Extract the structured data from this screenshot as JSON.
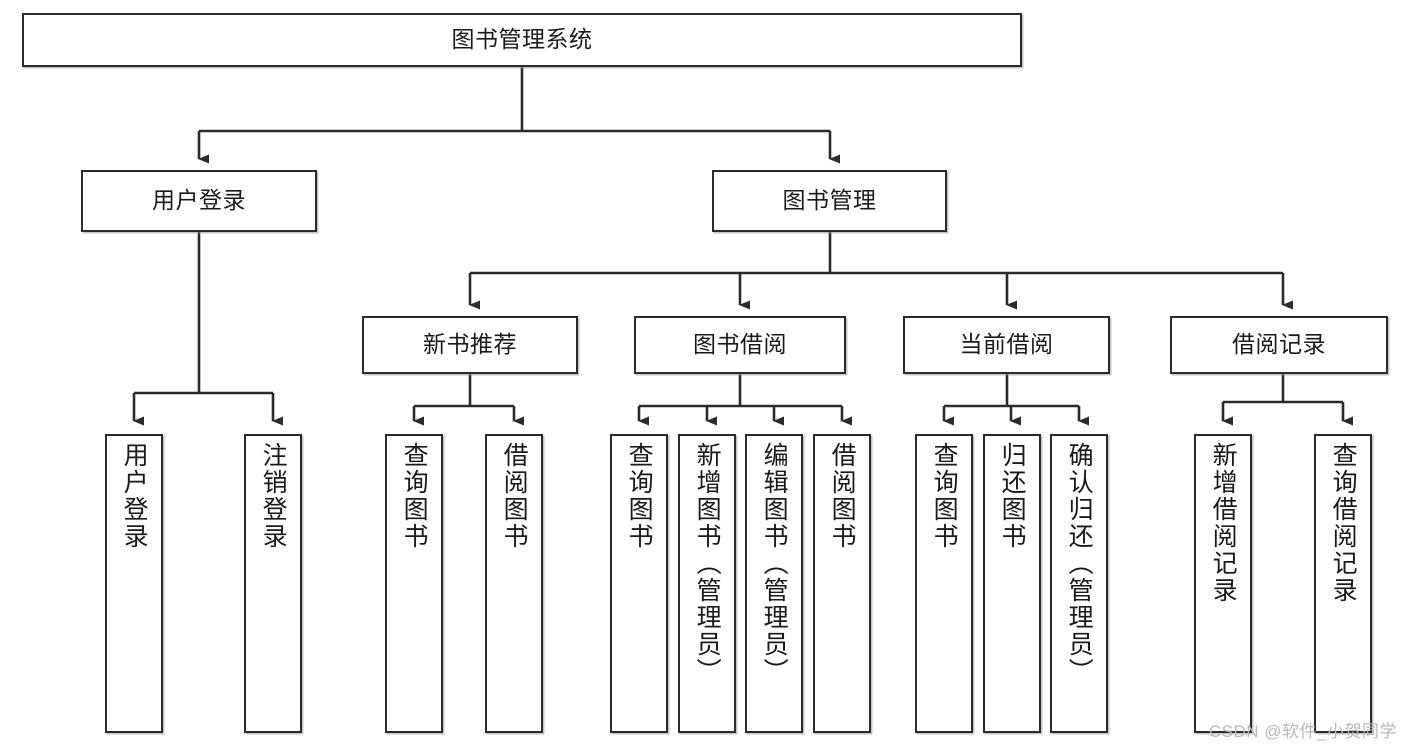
{
  "diagram": {
    "title": "图书管理系统",
    "type": "tree-hierarchy-chart",
    "orientation": "top-down",
    "colors": {
      "box_border": "#2b2b2b",
      "box_fill": "#ffffff",
      "connector": "#2b2b2b",
      "text": "#1a1a1a",
      "watermark": "#b9b9b9"
    },
    "nodes": {
      "root": {
        "label": "图书管理系统"
      },
      "level2": [
        {
          "id": "user-login",
          "label": "用户登录"
        },
        {
          "id": "book-management",
          "label": "图书管理"
        }
      ],
      "level3": [
        {
          "id": "new-book-recommend",
          "label": "新书推荐"
        },
        {
          "id": "book-borrow",
          "label": "图书借阅"
        },
        {
          "id": "current-borrow",
          "label": "当前借阅"
        },
        {
          "id": "borrow-record",
          "label": "借阅记录"
        }
      ],
      "leaves": {
        "user-login": [
          {
            "id": "leaf-user-login",
            "label": "用户登录"
          },
          {
            "id": "leaf-logout-login",
            "label": "注销登录"
          }
        ],
        "new-book-recommend": [
          {
            "id": "leaf-query-book-1",
            "label": "查询图书"
          },
          {
            "id": "leaf-borrow-book-1",
            "label": "借阅图书"
          }
        ],
        "book-borrow": [
          {
            "id": "leaf-query-book-2",
            "label": "查询图书"
          },
          {
            "id": "leaf-add-book",
            "label": "新增图书（管理员）"
          },
          {
            "id": "leaf-edit-book",
            "label": "编辑图书（管理员）"
          },
          {
            "id": "leaf-borrow-book-2",
            "label": "借阅图书"
          }
        ],
        "current-borrow": [
          {
            "id": "leaf-query-book-3",
            "label": "查询图书"
          },
          {
            "id": "leaf-return-book",
            "label": "归还图书"
          },
          {
            "id": "leaf-confirm-return",
            "label": "确认归还（管理员）"
          }
        ],
        "borrow-record": [
          {
            "id": "leaf-add-record",
            "label": "新增借阅记录"
          },
          {
            "id": "leaf-query-record",
            "label": "查询借阅记录"
          }
        ]
      }
    },
    "watermark": "CSDN @软件_小贺同学"
  }
}
